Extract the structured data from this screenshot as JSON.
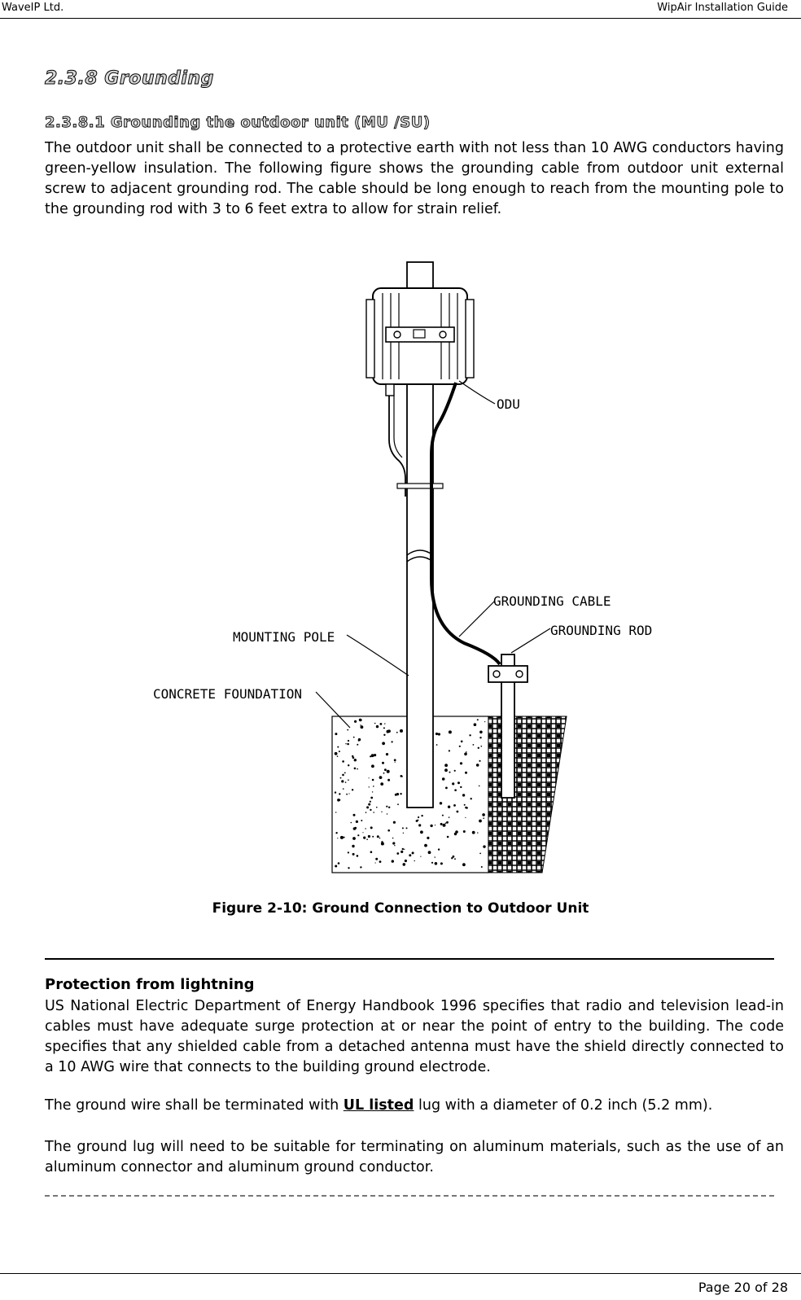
{
  "header": {
    "company": "WaveIP Ltd.",
    "guide": "WipAir Installation Guide"
  },
  "section": {
    "number_title": "2.3.8 Grounding"
  },
  "subsection": {
    "number_title": "2.3.8.1 Grounding the outdoor unit (MU /SU)"
  },
  "intro_paragraph": "The outdoor unit shall be connected to a protective earth with not less than 10 AWG conductors having green-yellow insulation. The following figure shows the grounding cable from outdoor unit external screw to adjacent grounding rod. The cable should be long enough to reach from the mounting pole to the grounding rod with 3 to 6 feet extra to allow for strain relief.",
  "figure": {
    "labels": {
      "odu": "ODU",
      "grounding_cable": "GROUNDING CABLE",
      "grounding_rod": "GROUNDING ROD",
      "mounting_pole": "MOUNTING POLE",
      "concrete_foundation": "CONCRETE FOUNDATION"
    },
    "caption": "Figure 2-10: Ground Connection to Outdoor Unit"
  },
  "lightning": {
    "title": "Protection from lightning",
    "paragraph1": "US National Electric Department of Energy Handbook 1996 specifies that radio and television lead-in cables must have adequate surge protection at or near the point of entry to the building. The code specifies that any shielded cable from a detached antenna must have the shield directly connected to a 10 AWG wire that connects to the building ground electrode.",
    "paragraph2_before": "The ground wire shall be terminated with ",
    "paragraph2_emph": "UL listed",
    "paragraph2_after": " lug with a diameter of 0.2 inch (5.2 mm).",
    "paragraph3": "The ground lug will need to be suitable for terminating on aluminum materials, such as the use of an aluminum connector and aluminum ground conductor."
  },
  "footer": {
    "page": "Page 20 of 28"
  }
}
